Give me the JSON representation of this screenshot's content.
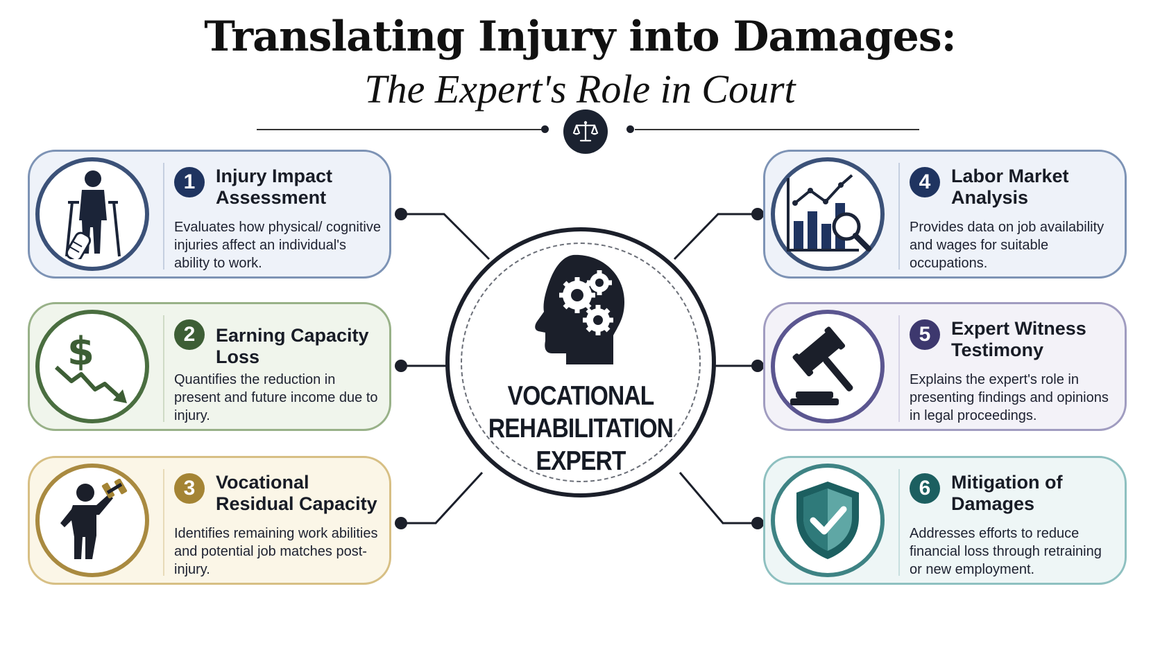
{
  "header": {
    "title": "Translating Injury into Damages:",
    "subtitle": "The Expert's Role in Court"
  },
  "hub": {
    "line1": "VOCATIONAL",
    "line2": "REHABILITATION",
    "line3": "EXPERT",
    "icon": "head-gears-icon"
  },
  "cards": [
    {
      "number": "1",
      "title": "Injury Impact Assessment",
      "description": "Evaluates how physical/ cognitive injuries affect an individual's ability to work.",
      "icon": "injured-person-crutches-icon",
      "accent": "#1f3460"
    },
    {
      "number": "2",
      "title": "Earning Capacity Loss",
      "description": "Quantifies the reduction in present and future income due to injury.",
      "icon": "dollar-down-trend-icon",
      "accent": "#3d5e35"
    },
    {
      "number": "3",
      "title": "Vocational Residual Capacity",
      "description": "Identifies remaining work abilities and potential job matches post-injury.",
      "icon": "person-lifting-weight-icon",
      "accent": "#a48434"
    },
    {
      "number": "4",
      "title": "Labor Market Analysis",
      "description": "Provides data on job availability and wages for suitable occupations.",
      "icon": "chart-magnifier-icon",
      "accent": "#1f3460"
    },
    {
      "number": "5",
      "title": "Expert Witness Testimony",
      "description": "Explains the expert's role in presenting findings and opinions in legal proceedings.",
      "icon": "gavel-icon",
      "accent": "#3d386e"
    },
    {
      "number": "6",
      "title": "Mitigation of Damages",
      "description": "Addresses efforts to reduce financial loss through retraining or new employment.",
      "icon": "shield-check-icon",
      "accent": "#1c5f60"
    }
  ]
}
